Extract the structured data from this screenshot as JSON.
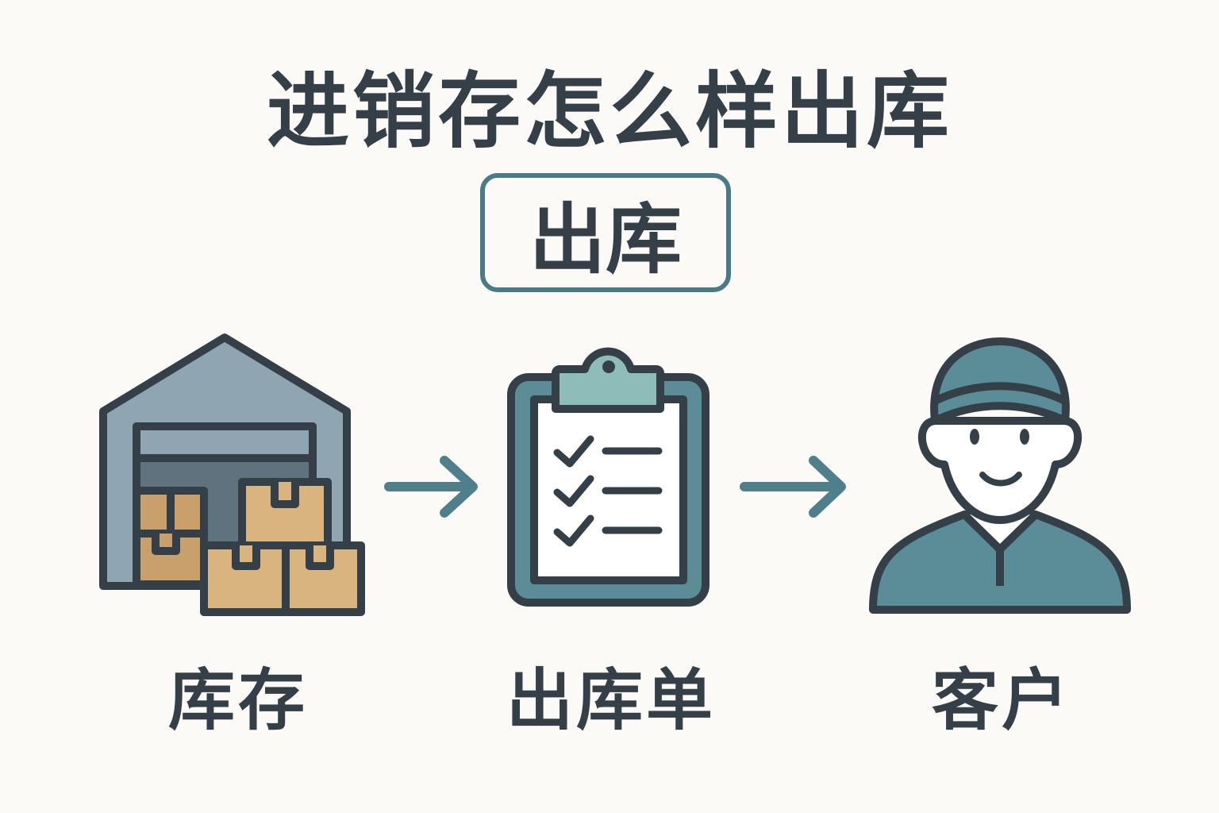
{
  "title": "进销存怎么样出库",
  "badge": "出库",
  "steps": [
    {
      "label": "库存",
      "icon": "warehouse-icon"
    },
    {
      "label": "出库单",
      "icon": "clipboard-checklist-icon"
    },
    {
      "label": "客户",
      "icon": "customer-icon"
    }
  ],
  "colors": {
    "background": "#fbfaf6",
    "outline": "#343f48",
    "accent": "#4a7a86",
    "box": "#d9b47f",
    "warehouse": "#8fa5b2"
  }
}
